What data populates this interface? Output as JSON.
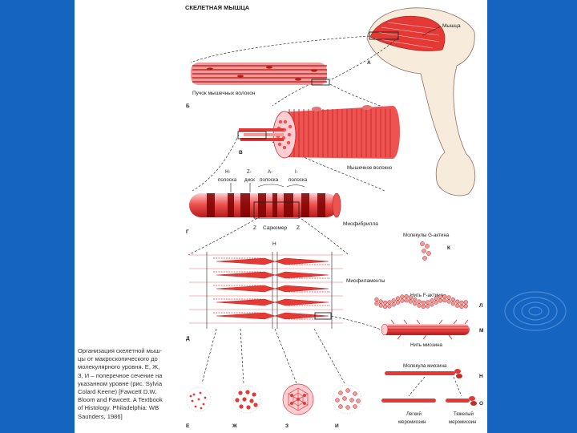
{
  "slide": {
    "colors": {
      "background": "#1565c0",
      "sheet": "#ffffff",
      "muscle": "#e53935",
      "muscle_dark": "#b71c1c",
      "skin": "#f7ecdc"
    }
  },
  "figure": {
    "title": "СКЕЛЕТНАЯ МЫШЦА",
    "labels": {
      "muscle": "Мышца",
      "fiber_bundle": "Пучок мышечных волокон",
      "muscle_fiber": "Мышечное волокно",
      "myofibril": "Миофибрилла",
      "myofilaments": "Миофиламенты",
      "h_band_1": "Н-",
      "h_band_2": "полоска",
      "z_disk_1": "Z-",
      "z_disk_2": "диск",
      "a_band_1": "А-",
      "a_band_2": "полоска",
      "i_band_1": "I-",
      "i_band_2": "полоска",
      "z_left": "Z",
      "sarcomere": "Саркомер",
      "z_right": "Z",
      "h_marker": "Н",
      "g_actin": "Молекулы G-актина",
      "f_actin": "Нить F-актина",
      "myosin_filament": "Нить миозина",
      "myosin_molecule": "Молекула миозина",
      "light_meromyosin_1": "Легкий",
      "light_meromyosin_2": "меромиозин",
      "heavy_meromyosin_1": "Тяжелый",
      "heavy_meromyosin_2": "меромиозин"
    },
    "letters": {
      "a": "А",
      "b": "Б",
      "v": "В",
      "g": "Г",
      "d": "Д",
      "e": "Е",
      "zh": "Ж",
      "z": "З",
      "i": "И",
      "k": "К",
      "l": "Л",
      "m": "М",
      "n": "Н",
      "o": "О"
    },
    "caption": [
      "Организация скелетной мыш-",
      "цы от макроскопического до",
      "молекулярного уровня. Е, Ж,",
      "З, И – поперечное сечение на",
      "указанном уровне (рис. Sylvia",
      "Colard Keene) [Fawcett D.W.",
      "Bloom and Fawcett. A Textbook",
      "of Histology. Philadelphia: WB",
      "Saunders, 1986]"
    ]
  }
}
